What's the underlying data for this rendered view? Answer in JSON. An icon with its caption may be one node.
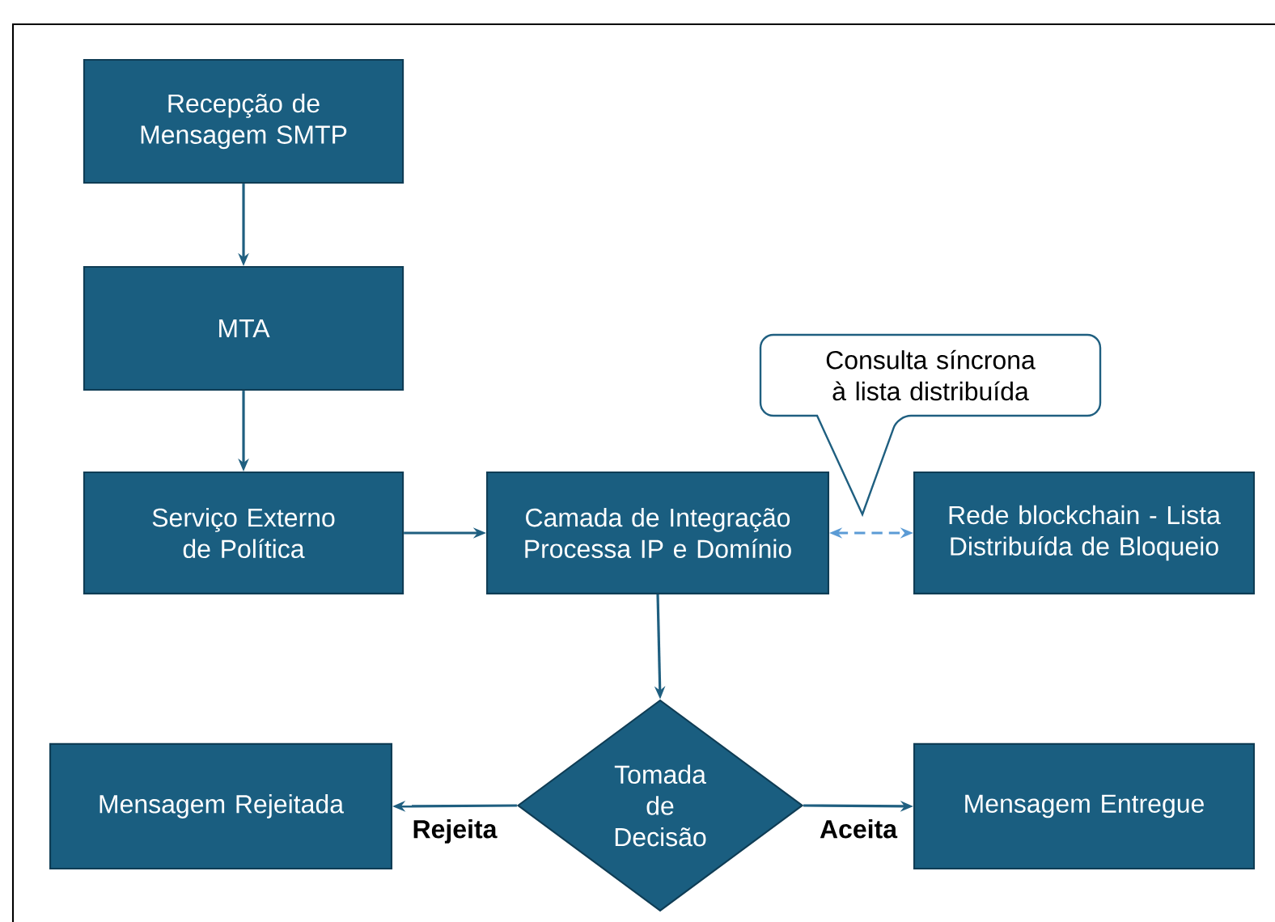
{
  "diagram": {
    "nodes": [
      {
        "text": [
          "Recepção de Mensagem SMTP"
        ]
      },
      {
        "text": [
          "MTA"
        ]
      },
      {
        "text": [
          "Consulta síncrona à lista distribuída"
        ]
      },
      {
        "text": [
          "Serviço Externo de Política"
        ]
      },
      {
        "text": [
          "Camada de Integração Processa IP e Domínio"
        ]
      },
      {
        "text": [
          "Rede blockchain - Lista Distribuída de Bloqueio"
        ]
      },
      {
        "text": [
          "Tomada de Decisão"
        ]
      },
      {
        "text": [
          "Mensagem Rejeitada"
        ]
      },
      {
        "text": [
          "Mensagem Entregue"
        ]
      }
    ],
    "edges": [
      {
        "from": 0,
        "to": 1,
        "arrow": "to"
      },
      {
        "from": 1,
        "to": 3,
        "arrow": "to"
      },
      {
        "from": 3,
        "to": 4,
        "arrow": "to"
      },
      {
        "from": 4,
        "to": 5,
        "arrow": "both",
        "style": "dashed",
        "color": "#5b9bd5"
      },
      {
        "from": 4,
        "to": 6,
        "arrow": "to"
      },
      {
        "from": 6,
        "to": 7,
        "arrow": "to",
        "label": "Rejeita"
      },
      {
        "from": 6,
        "to": 8,
        "arrow": "to",
        "label": "Aceita"
      }
    ]
  }
}
